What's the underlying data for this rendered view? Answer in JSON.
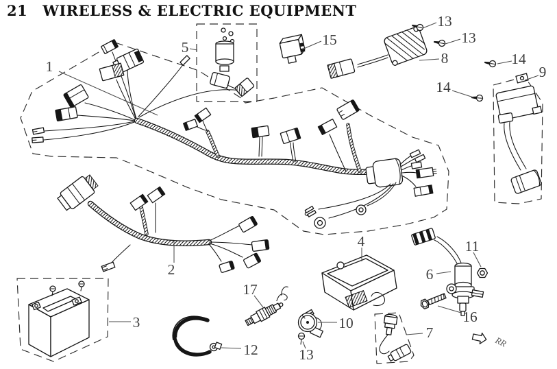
{
  "header": {
    "section_number": "21",
    "title": "WIRELESS & ELECTRIC EQUIPMENT"
  },
  "direction_marker": {
    "label": "RR"
  },
  "colors": {
    "line_color": "#161616",
    "label_color": "#3d3d3d",
    "background": "#ffffff"
  },
  "callouts": {
    "n1": {
      "text": "1"
    },
    "n2": {
      "text": "2"
    },
    "n3": {
      "text": "3"
    },
    "n4": {
      "text": "4"
    },
    "n5": {
      "text": "5"
    },
    "n6": {
      "text": "6"
    },
    "n7": {
      "text": "7"
    },
    "n8": {
      "text": "8"
    },
    "n9": {
      "text": "9"
    },
    "n10": {
      "text": "10"
    },
    "n11": {
      "text": "11"
    },
    "n12": {
      "text": "12"
    },
    "n13a": {
      "text": "13"
    },
    "n13b": {
      "text": "13"
    },
    "n13c": {
      "text": "13"
    },
    "n14a": {
      "text": "14"
    },
    "n14b": {
      "text": "14"
    },
    "n15": {
      "text": "15"
    },
    "n16": {
      "text": "16"
    },
    "n17": {
      "text": "17"
    }
  }
}
